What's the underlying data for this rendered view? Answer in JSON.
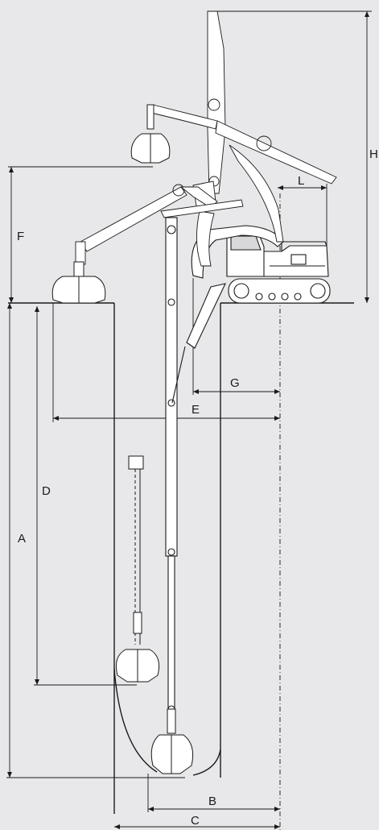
{
  "labels": {
    "A": "A",
    "B": "B",
    "C": "C",
    "D": "D",
    "E": "E",
    "F": "F",
    "G": "G",
    "H": "H",
    "L": "L"
  },
  "colors": {
    "background": "#e8e8ea",
    "line": "#1a1a1a",
    "machine_fill": "#ffffff"
  }
}
